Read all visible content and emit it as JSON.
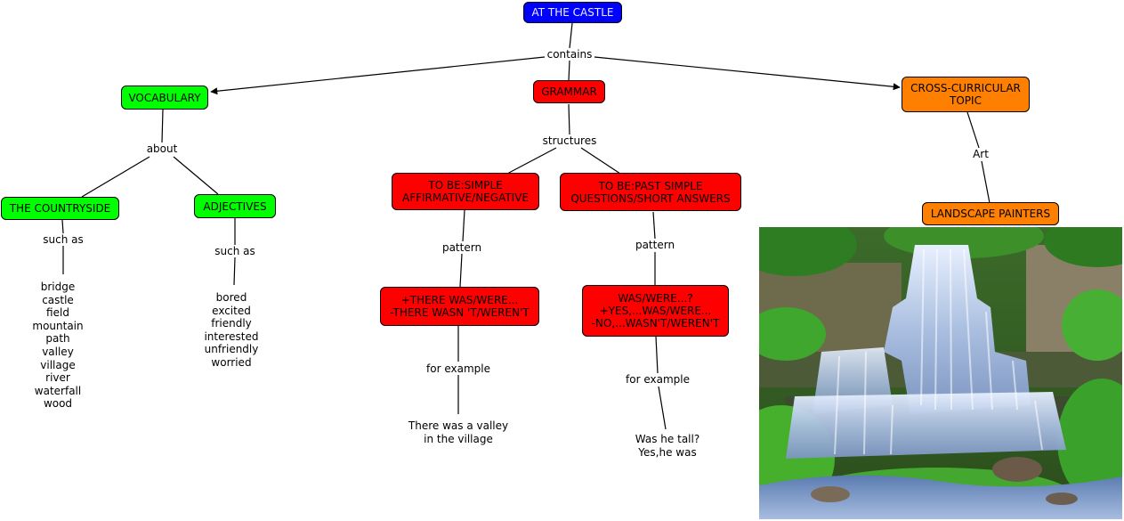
{
  "nodes": {
    "root": "AT THE CASTLE",
    "vocabulary": "VOCABULARY",
    "grammar": "GRAMMAR",
    "cross": "CROSS-CURRICULAR\nTOPIC",
    "countryside": "THE COUNTRYSIDE",
    "adjectives": "ADJECTIVES",
    "tobe_simple": "TO BE:SIMPLE\nAFFIRMATIVE/NEGATIVE",
    "tobe_past": "TO BE:PAST SIMPLE\nQUESTIONS/SHORT ANSWERS",
    "there_was": "+THERE WAS/WERE...\n-THERE WASN 'T/WEREN'T",
    "was_were": "WAS/WERE...?\n+YES,...WAS/WERE...\n-NO,...WASN'T/WEREN'T",
    "landscape": "LANDSCAPE PAINTERS"
  },
  "links": {
    "contains": "contains",
    "about": "about",
    "structures": "structures",
    "art": "Art",
    "such_as_1": "such as",
    "such_as_2": "such as",
    "pattern_1": "pattern",
    "pattern_2": "pattern",
    "example_1": "for example",
    "example_2": "for example"
  },
  "texts": {
    "countryside_words": "bridge\ncastle\nfield\nmountain\npath\nvalley\nvillage\nriver\nwaterfall\nwood",
    "adjective_words": "bored\nexcited\nfriendly\ninterested\nunfriendly\nworried",
    "example_1": "There was a valley\nin the village",
    "example_2": "Was he tall?\nYes,he was"
  },
  "colors": {
    "root": "#0000ff",
    "vocabulary": "#00ff00",
    "grammar": "#ff0000",
    "cross": "#ff7f00"
  }
}
